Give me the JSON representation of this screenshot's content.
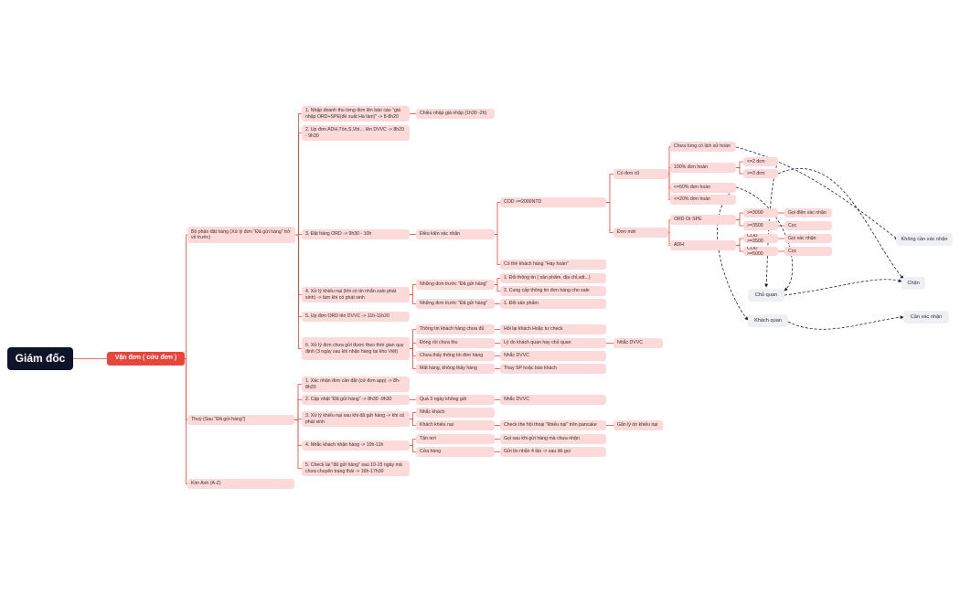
{
  "root": "Giám đốc",
  "main": "Vận đơn ( cứu đơn )",
  "branches": {
    "bo_phan": "Bộ phận đặt hàng (Xử lý đơn \"Đã gửi hàng\" trở về trước)",
    "thuy": "Thuỳ (Sau \"Đã gửi hàng\")",
    "kim_anh": "Kim Anh (A-Z)"
  },
  "bo_phan_steps": {
    "s1": "1. Nhập doanh thu từng đơn lên báo cáo \"giá nhập ORD+SPE(đề xuất Hà làm)\" -> 8-8h20",
    "s1_child": "Chiều nhập giá nhập (1h30 -2h)",
    "s2": "2. Up đơn ADH,Tốn,S,Vhl… lên DVVC -> 8h20 - 9h30",
    "s3": "3. Đặt hàng ORD -> 9h30 - 10h",
    "s3_child": "Điều kiện xác nhận",
    "cod_label": "COD >=2000NTD",
    "co_don_cu": "Có đơn cũ",
    "chua_tung": "Chưa từng có lịch sử hoàn",
    "pct100": "100% đơn hoàn",
    "le2": "<=2 đơn",
    "gt3": ">=3 đơn",
    "le50": "<=50% đơn hoàn",
    "le20": "<=20% đơn hoàn",
    "don_moi": "Đơn mới",
    "ord_spe": "ORD Or SPE",
    "ord_ge3000": ">=3000",
    "ord_lt3000": ">=3500",
    "adh": "ADH",
    "adh_ge": "COD >=3500",
    "adh_lt": "COD >=5000",
    "goi_dien": "Gọi điện xác nhận",
    "coc1": "Cọc",
    "goi_xn": "Gọi xác nhận",
    "coc2": "Cọc",
    "hay_hoan": "Có thẻ khách hàng \"Hay hoàn\"",
    "s4": "4. Xử lý khiếu nại (khi có tin nhắn zalo phát sinh) -> làm khi có phát sinh",
    "s4_a": "Những đơn trước \"Đã gửi hàng\"",
    "s4_a1": "1. Đổi thông tin ( sản phẩm, địa chỉ,sdt...)",
    "s4_a2": "2. Cung cấp thông tin đơn hàng cho sale",
    "s4_b": "Những đơn trước \"Đã gửi hàng\"",
    "s4_b1": "1. Đổi sản phẩm",
    "s5": "5. Up đơn ORD lên DVVC -> 11h-11h20",
    "s6": "6. Xử lý đơn chưa gửi được theo thời gian quy định (3 ngày sau khi nhận hàng tại kho Việt)",
    "s6_a": "Thông tin khách hàng chưa đủ",
    "s6_a1": "Hỏi lại khách Hoặc tư check",
    "s6_b": "Đóng rồi chưa thu",
    "s6_b1": "Lý do khách quan hay chủ quan",
    "s6_b2": "Nhắc DVVC",
    "s6_c": "Chưa thấy thông tin đơn hàng",
    "s6_c1": "Nhắc DVVC",
    "s6_d": "Mất hàng, không thấy hàng",
    "s6_d1": "Thay SP hoặc báo khách"
  },
  "thuy_steps": {
    "t1": "1. Xác nhận đơn cần đặt (cứ đơn app) -> 8h-8h20",
    "t2": "2. Cập nhật \"Đã gửi hàng\" -> 8h30 -9h30",
    "t2_a": "Quá 3 ngày không gửi",
    "t2_b": "Nhắc DVVC",
    "t3": "3. Xử lý khiếu nại sau khi đã gửi hàng -> khi có phát sinh",
    "t3_a": "Nhắc khách",
    "t3_b": "Khách khiếu nại",
    "t3_b1": "Check the hội thoại \"khiếu nại\" trên pancake",
    "t3_b2": "Gắn lý do khiếu nại",
    "t4": "4. Nhắc khách nhận hàng -> 10h-11h",
    "t4_a": "Tận nơi",
    "t4_a1": "Gọi sau khi gửi hàng mà chưa nhận",
    "t4_b": "Cửa hàng",
    "t4_b1": "Gửi tin nhắn 4 lần -> sau đó gọi",
    "t5": "5. Check lại \"đã gửi hàng\" sau 10-15 ngày mà chưa chuyển trạng thái -> 16h-17h30"
  },
  "outcomes": {
    "khong_can": "Không cần xác nhận",
    "chan": "Chặn",
    "chu_quan": "Chủ quan",
    "khach_quan": "Khách quan",
    "can_xn": "Cần xác nhận"
  },
  "colors": {
    "node": "#fddada",
    "link": "#e8453c",
    "root": "#0f1428",
    "main": "#e8453c",
    "relation": "#1a2340"
  }
}
